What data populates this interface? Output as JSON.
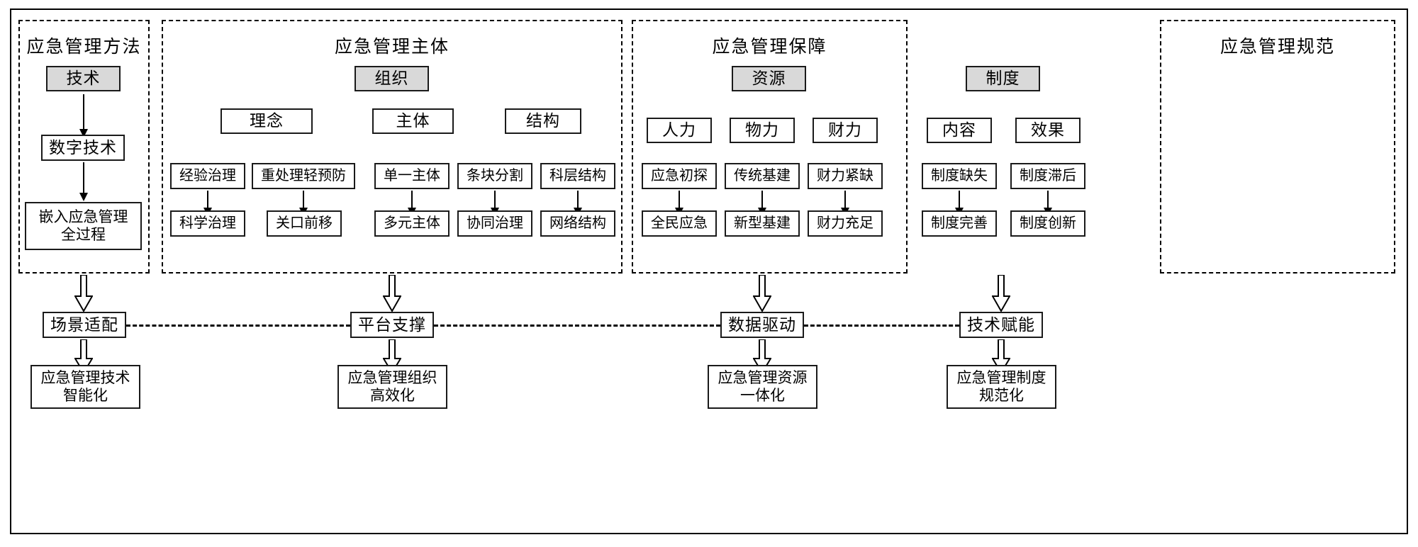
{
  "diagram": {
    "title_note": "",
    "colors": {
      "shaded_fill": "#d9d9d9",
      "line": "#000000",
      "background": "#ffffff"
    },
    "pillars": [
      {
        "id": "method",
        "title": "应急管理方法",
        "head": "技术",
        "mid_labels": [],
        "chains": [
          {
            "before": "数字技术",
            "after": "嵌入应急管理\n全过程"
          }
        ],
        "connector": "场景适配",
        "outcome": "应急管理技术\n智能化"
      },
      {
        "id": "subject",
        "title": "应急管理主体",
        "head": "组织",
        "mid_labels": [
          "理念",
          "主体",
          "结构"
        ],
        "chains": [
          {
            "before": "经验治理",
            "after": "科学治理"
          },
          {
            "before": "重处理轻预防",
            "after": "关口前移"
          },
          {
            "before": "单一主体",
            "after": "多元主体"
          },
          {
            "before": "条块分割",
            "after": "协同治理"
          },
          {
            "before": "科层结构",
            "after": "网络结构"
          }
        ],
        "connector": "平台支撑",
        "outcome": "应急管理组织\n高效化"
      },
      {
        "id": "support",
        "title": "应急管理保障",
        "head": "资源",
        "mid_labels": [
          "人力",
          "物力",
          "财力"
        ],
        "chains": [
          {
            "before": "应急初探",
            "after": "全民应急"
          },
          {
            "before": "传统基建",
            "after": "新型基建"
          },
          {
            "before": "财力紧缺",
            "after": "财力充足"
          }
        ],
        "connector": "数据驱动",
        "outcome": "应急管理资源\n一体化"
      },
      {
        "id": "norm",
        "title": "应急管理规范",
        "head": "制度",
        "mid_labels": [
          "内容",
          "效果"
        ],
        "chains": [
          {
            "before": "制度缺失",
            "after": "制度完善"
          },
          {
            "before": "制度滞后",
            "after": "制度创新"
          }
        ],
        "connector": "技术赋能",
        "outcome": "应急管理制度\n规范化"
      }
    ]
  }
}
